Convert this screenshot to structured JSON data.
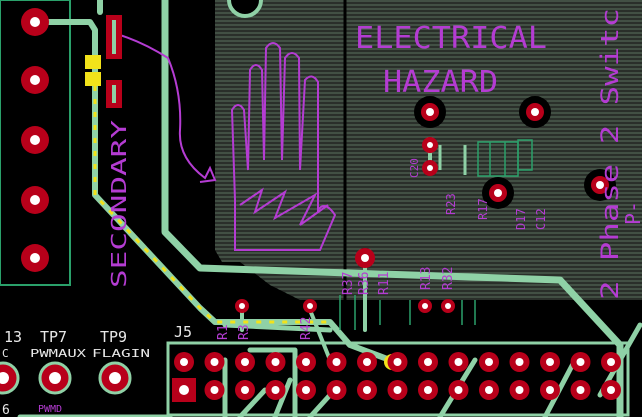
{
  "colors": {
    "background": "#000000",
    "copper_pour": "#2a2f2a",
    "hatch": "#59705f",
    "trace": "#8fd1a6",
    "silkscreen": "#b43cd2",
    "pad": "#b8001a",
    "pad_hole": "#ffffff",
    "highlight": "#f2e21a",
    "white_text": "#e8e8e8"
  },
  "silk": {
    "electrical": "ELECTRICAL",
    "hazard": "HAZARD",
    "secondary": "SECONDARY",
    "switch_label": "2 Phase 2 Switc",
    "cut_label": "P-"
  },
  "refdes": {
    "c20": "C20",
    "r23": "R23",
    "r17": "R17",
    "d17": "D17",
    "c12": "C12",
    "r37": "R37",
    "r36": "R36",
    "r11": "R11",
    "r13": "R13",
    "r32": "R32",
    "r3": "R3",
    "r1": "R1",
    "r42": "R42",
    "j5": "J5"
  },
  "testpoints": {
    "tp13": "13",
    "tp7": "TP7",
    "tp9": "TP9",
    "nc": "C",
    "pwmaux": "PWMAUX",
    "flagin": "FLAGIN",
    "pwmd": "PWMD",
    "p6": "6"
  }
}
